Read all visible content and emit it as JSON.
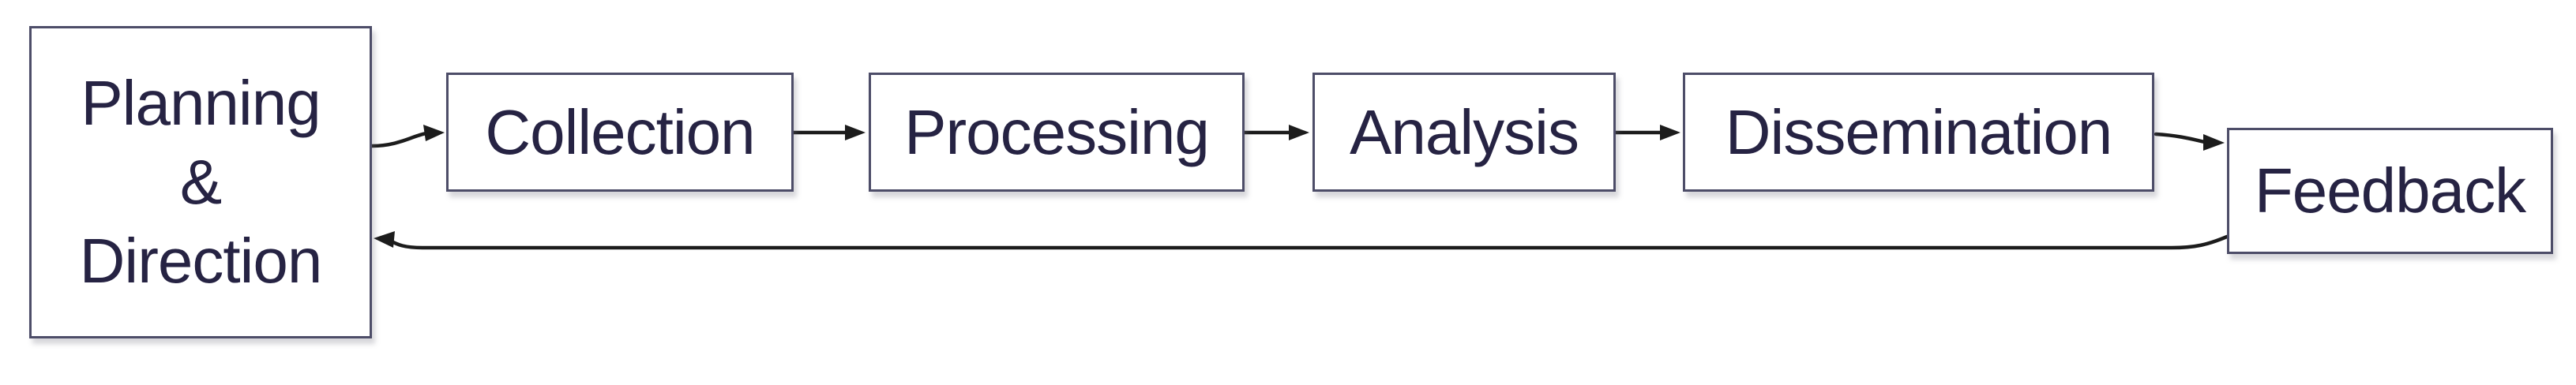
{
  "diagram": {
    "type": "flowchart",
    "direction": "left-to-right",
    "nodes": [
      {
        "id": "planning-direction",
        "label": "Planning & Direction",
        "lines": [
          "Planning",
          "&",
          "Direction"
        ]
      },
      {
        "id": "collection",
        "label": "Collection",
        "lines": [
          "Collection"
        ]
      },
      {
        "id": "processing",
        "label": "Processing",
        "lines": [
          "Processing"
        ]
      },
      {
        "id": "analysis",
        "label": "Analysis",
        "lines": [
          "Analysis"
        ]
      },
      {
        "id": "dissemination",
        "label": "Dissemination",
        "lines": [
          "Dissemination"
        ]
      },
      {
        "id": "feedback",
        "label": "Feedback",
        "lines": [
          "Feedback"
        ]
      }
    ],
    "edges": [
      {
        "from": "planning-direction",
        "to": "collection"
      },
      {
        "from": "collection",
        "to": "processing"
      },
      {
        "from": "processing",
        "to": "analysis"
      },
      {
        "from": "analysis",
        "to": "dissemination"
      },
      {
        "from": "dissemination",
        "to": "feedback"
      },
      {
        "from": "feedback",
        "to": "planning-direction"
      }
    ],
    "colors": {
      "background": "#ffffff",
      "box_fill": "#ffffff",
      "box_border": "#4d4d68",
      "text": "#262343",
      "arrow": "#1c1c1c"
    }
  }
}
